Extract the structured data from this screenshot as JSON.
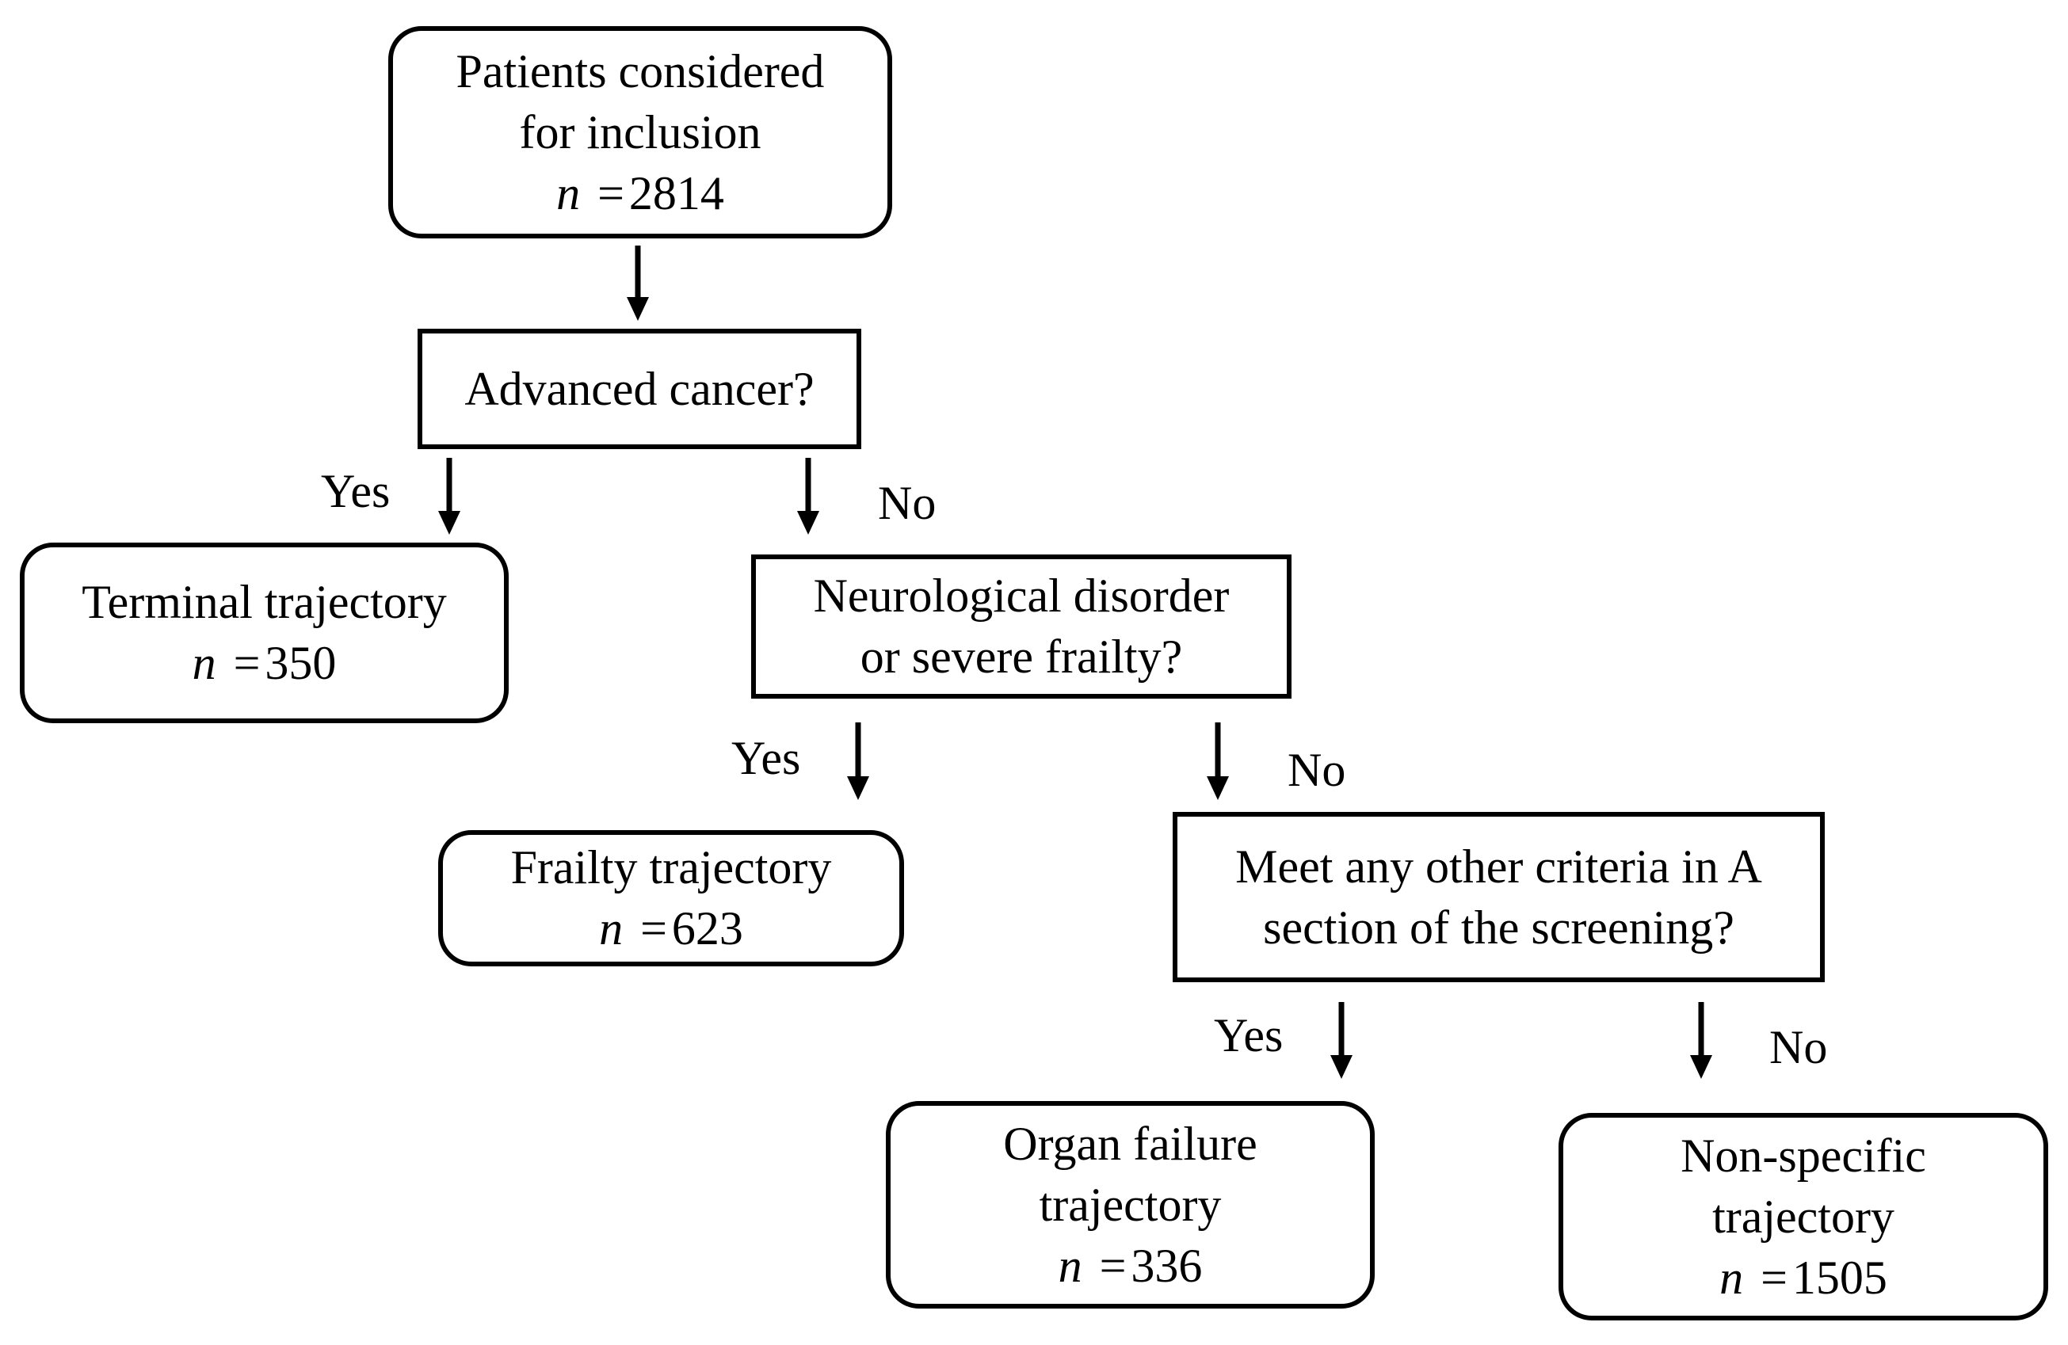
{
  "nodes": {
    "start": {
      "line1": "Patients considered",
      "line2": "for inclusion",
      "n_symbol": "n",
      "eq": "=",
      "count": "2814"
    },
    "decision_cancer": {
      "line1": "Advanced cancer?"
    },
    "terminal": {
      "line1": "Terminal trajectory",
      "n_symbol": "n",
      "eq": "=",
      "count": "350"
    },
    "decision_neuro": {
      "line1": "Neurological disorder",
      "line2": "or severe frailty?"
    },
    "frailty": {
      "line1": "Frailty trajectory",
      "n_symbol": "n",
      "eq": "=",
      "count": "623"
    },
    "decision_criteria": {
      "line1": "Meet any other criteria in A",
      "line2": "section of the screening?"
    },
    "organ_failure": {
      "line1": "Organ failure",
      "line2": "trajectory",
      "n_symbol": "n",
      "eq": "=",
      "count": "336"
    },
    "non_specific": {
      "line1": "Non-specific",
      "line2": "trajectory",
      "n_symbol": "n",
      "eq": "=",
      "count": "1505"
    }
  },
  "branch_labels": {
    "cancer_yes": "Yes",
    "cancer_no": "No",
    "neuro_yes": "Yes",
    "neuro_no": "No",
    "criteria_yes": "Yes",
    "criteria_no": "No"
  }
}
